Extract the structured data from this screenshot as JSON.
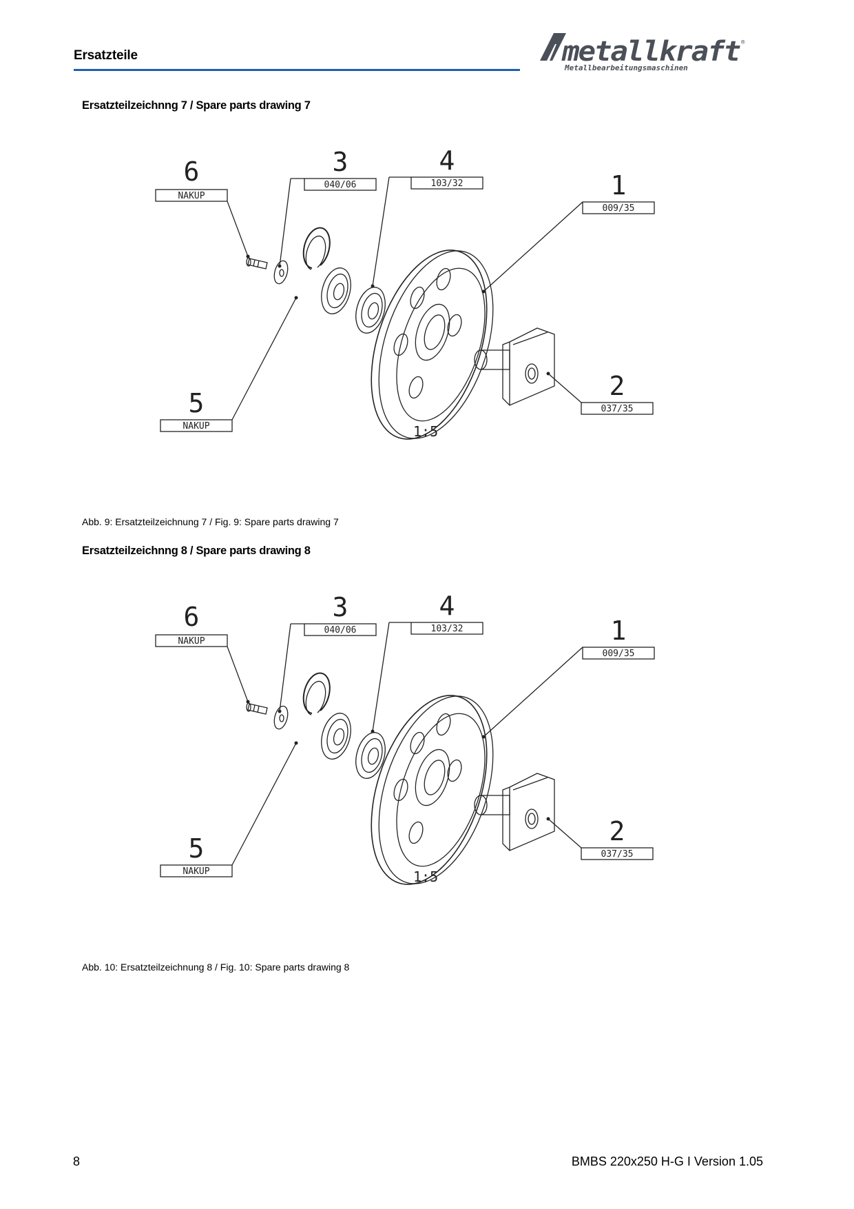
{
  "header": {
    "title": "Ersatzteile",
    "logo": {
      "brand": "metallkraft",
      "tagline": "Metallbearbeitungsmaschinen",
      "mark": "®"
    }
  },
  "sections": [
    {
      "heading": "Ersatzteilzeichnng 7 / Spare parts drawing 7",
      "caption": "Abb. 9: Ersatzteilzeichnung 7 / Fig. 9: Spare parts drawing 7"
    },
    {
      "heading": "Ersatzteilzeichnng 8 / Spare parts drawing 8",
      "caption": "Abb. 10: Ersatzteilzeichnung 8 / Fig. 10: Spare parts drawing 8"
    }
  ],
  "drawing": {
    "scale": "1:5",
    "callouts": [
      {
        "num": "6",
        "code": "NAKUP"
      },
      {
        "num": "3",
        "code": "040/06"
      },
      {
        "num": "4",
        "code": "103/32"
      },
      {
        "num": "1",
        "code": "009/35"
      },
      {
        "num": "2",
        "code": "037/35"
      },
      {
        "num": "5",
        "code": "NAKUP"
      }
    ]
  },
  "footer": {
    "page": "8",
    "doc": "BMBS 220x250 H-G I Version 1.05"
  },
  "colors": {
    "rule": "#1f5fae",
    "logo": "#4a4f58"
  }
}
